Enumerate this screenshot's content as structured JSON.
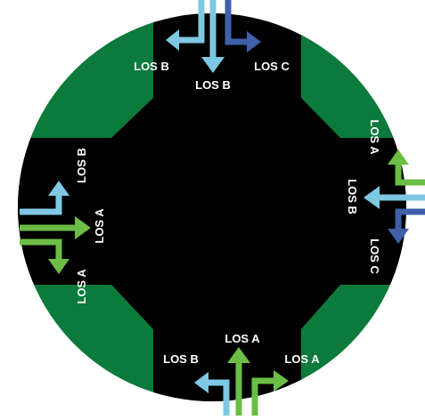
{
  "colors": {
    "road": "#000000",
    "green_area": "#0b7a3b",
    "los_a": "#6cbd45",
    "los_b": "#7ec8e3",
    "los_c": "#3f5fa8",
    "label": "#ffffff"
  },
  "approaches": {
    "north": {
      "left_label": "LOS B",
      "through_label": "LOS B",
      "right_label": "LOS C"
    },
    "east": {
      "top_label": "LOS A",
      "middle_label": "LOS B",
      "bottom_label": "LOS C"
    },
    "south": {
      "left_label": "LOS B",
      "through_label": "LOS A",
      "right_label": "LOS A"
    },
    "west": {
      "top_label": "LOS B",
      "middle_label": "LOS A",
      "bottom_label": "LOS A"
    }
  }
}
